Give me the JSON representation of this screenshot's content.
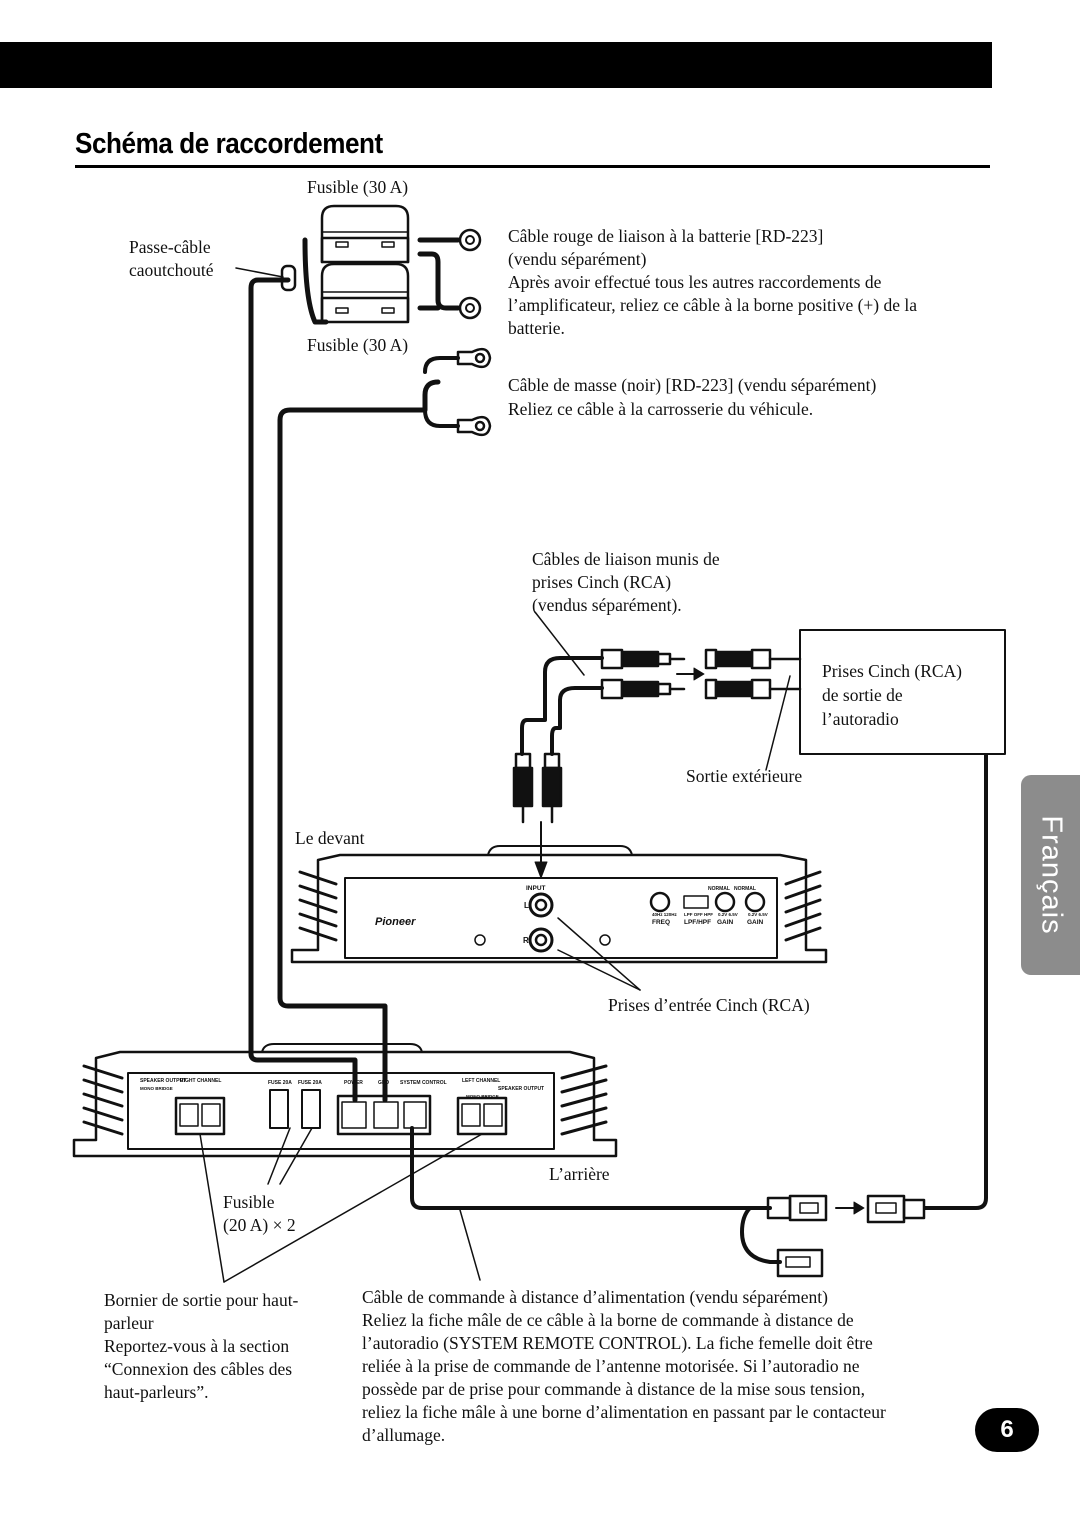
{
  "page": {
    "title": "Schéma de raccordement",
    "language_tab": "Français",
    "page_number": "6"
  },
  "labels": {
    "fuse_top": "Fusible (30 A)",
    "fuse_bottom": "Fusible (30 A)",
    "grommet_line1": "Passe-câble",
    "grommet_line2": "caoutchouté",
    "battery_line1": "Câble rouge de liaison à la batterie [RD-223]",
    "battery_line2": "(vendu séparément)",
    "battery_line3": "Après avoir effectué tous les autres raccordements de",
    "battery_line4": "l’amplificateur, reliez ce câble à la borne positive (+) de la",
    "battery_line5": "batterie.",
    "ground_line1": "Câble de masse (noir) [RD-223] (vendu séparément)",
    "ground_line2": "Reliez ce câble à la carrosserie du véhicule.",
    "rca_cable_line1": "Câbles de liaison munis de",
    "rca_cable_line2": "prises Cinch (RCA)",
    "rca_cable_line3": "(vendus séparément).",
    "headunit_line1": "Prises Cinch (RCA)",
    "headunit_line2": "de sortie de",
    "headunit_line3": "l’autoradio",
    "external_output": "Sortie extérieure",
    "front": "Le devant",
    "rca_inputs": "Prises d’entrée Cinch (RCA)",
    "rear": "L’arrière",
    "fuse20_line1": "Fusible",
    "fuse20_line2": "(20 A) × 2",
    "speaker_line1": "Bornier de sortie pour haut-",
    "speaker_line2": "parleur",
    "speaker_line3": "Reportez-vous à la section",
    "speaker_line4": "“Connexion des câbles des",
    "speaker_line5": "haut-parleurs”.",
    "remote_line1": "Câble de commande à distance d’alimentation (vendu séparément)",
    "remote_line2": "Reliez la fiche mâle de ce câble à la borne de commande à distance de",
    "remote_line3": "l’autoradio (SYSTEM REMOTE CONTROL). La fiche femelle doit être",
    "remote_line4": "reliée à la prise de commande de l’antenne motorisée. Si l’autoradio ne",
    "remote_line5": "possède par de prise pour commande à distance de la mise sous tension,",
    "remote_line6": "reliez la fiche mâle à une borne d’alimentation en passant par le contacteur",
    "remote_line7": "d’allumage."
  },
  "front_panel": {
    "brand": "Pioneer",
    "input": "INPUT",
    "l": "L",
    "r": "R",
    "freq": "FREQ",
    "lpf_hpf": "LPF/HPF",
    "gain_l": "GAIN",
    "gain_r": "GAIN",
    "normal_l": "NORMAL",
    "normal_r": "NORMAL",
    "freq_values": "40Hz 120Hz",
    "filter_values": "LPF OFF HPF",
    "gain_values_l": "0.2V 6.5V",
    "gain_values_r": "0.2V 6.5V"
  },
  "rear_panel": {
    "speaker_output_right": "SPEAKER OUTPUT",
    "right_channel": "RIGHT CHANNEL",
    "mono_bridge_right": "MONO BRIDGE",
    "fuse_a": "FUSE 20A",
    "fuse_b": "FUSE 20A",
    "power": "POWER",
    "ground": "GND",
    "system_control": "SYSTEM CONTROL",
    "left_channel": "LEFT CHANNEL",
    "speaker_output_left": "SPEAKER OUTPUT",
    "mono_bridge_left": "MONO BRIDGE"
  }
}
